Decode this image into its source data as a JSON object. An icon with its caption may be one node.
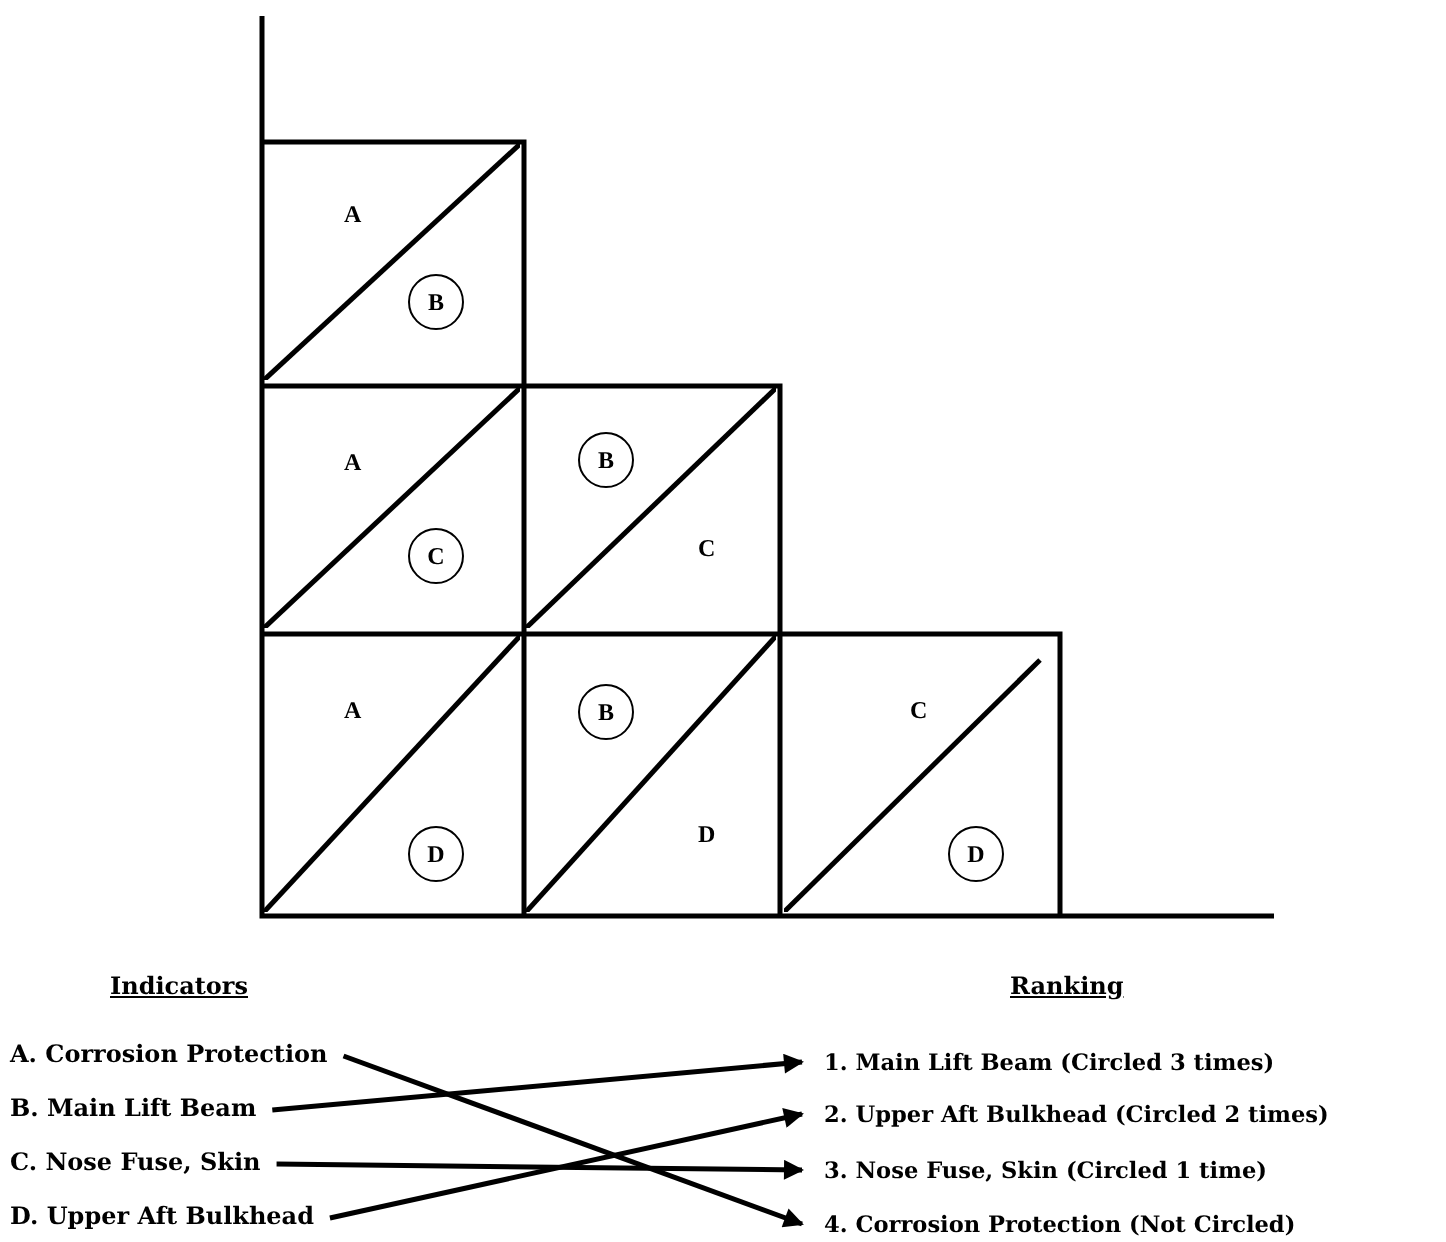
{
  "diagram": {
    "nodes": [
      {
        "text": [
          "A"
        ]
      },
      {
        "text": [
          "B"
        ],
        "in": 0
      },
      {
        "text": [
          "A"
        ]
      },
      {
        "text": [
          "C"
        ],
        "in": 2
      },
      {
        "text": [
          "C"
        ]
      },
      {
        "text": [
          "B"
        ],
        "in": 4
      },
      {
        "text": [
          "A"
        ]
      },
      {
        "text": [
          "D"
        ],
        "in": 6
      },
      {
        "text": [
          "D"
        ]
      },
      {
        "text": [
          "B"
        ],
        "in": 8
      },
      {
        "text": [
          "C"
        ]
      },
      {
        "text": [
          "D"
        ],
        "in": 10
      },
      {
        "text": [
          "A. Corrosion Protection"
        ]
      },
      {
        "text": [
          "B. Main Lift Beam"
        ]
      },
      {
        "text": [
          "C. Nose Fuse, Skin"
        ]
      },
      {
        "text": [
          "D. Upper Aft Bulkhead"
        ]
      },
      {
        "text": [
          "1. Main Lift Beam (Circled 3 times)"
        ]
      },
      {
        "text": [
          "2. Upper Aft Bulkhead (Circled 2 times)"
        ]
      },
      {
        "text": [
          "3. Nose Fuse, Skin (Circled 1 time)"
        ]
      },
      {
        "text": [
          "4. Corrosion Protection (Not Circled)"
        ]
      }
    ],
    "edges": [
      {
        "from": 12,
        "to": 19,
        "arrow": "to"
      },
      {
        "from": 13,
        "to": 16,
        "arrow": "to"
      },
      {
        "from": 14,
        "to": 18,
        "arrow": "to"
      },
      {
        "from": 15,
        "to": 17,
        "arrow": "to"
      }
    ],
    "labels": [
      "Indicators",
      "Ranking"
    ]
  }
}
